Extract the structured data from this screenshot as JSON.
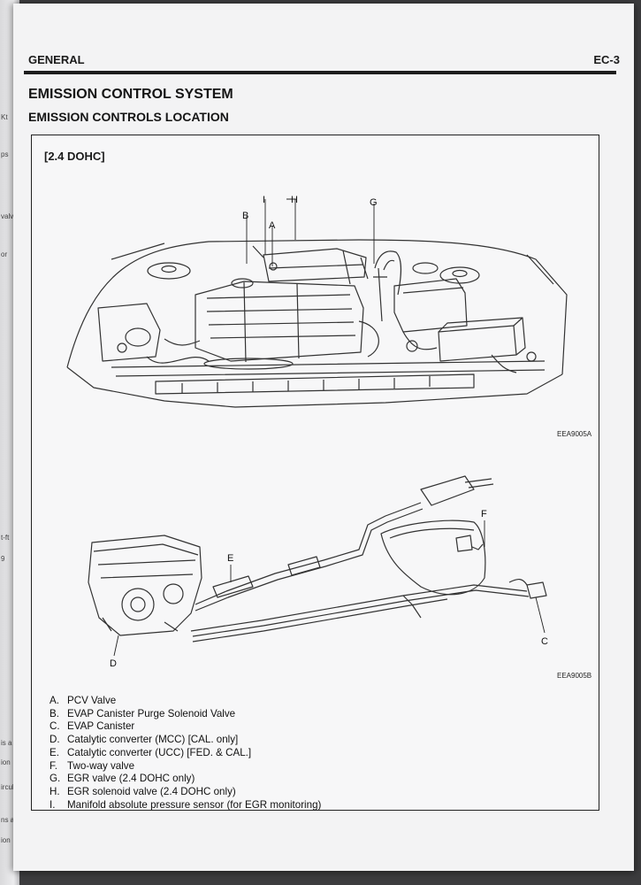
{
  "header": {
    "left": "GENERAL",
    "right": "EC-3"
  },
  "titles": {
    "main": "EMISSION CONTROL SYSTEM",
    "sub": "EMISSION CONTROLS LOCATION"
  },
  "figure": {
    "variant": "[2.4 DOHC]",
    "code_top": "EEA9005A",
    "code_bottom": "EEA9005B",
    "callouts": {
      "A": "A",
      "B": "B",
      "C": "C",
      "D": "D",
      "E": "E",
      "F": "F",
      "G": "G",
      "H": "H",
      "I": "I"
    }
  },
  "legend": [
    {
      "letter": "A.",
      "text": "PCV Valve"
    },
    {
      "letter": "B.",
      "text": "EVAP Canister Purge Solenoid Valve"
    },
    {
      "letter": "C.",
      "text": "EVAP Canister"
    },
    {
      "letter": "D.",
      "text": "Catalytic converter (MCC) [CAL. only]"
    },
    {
      "letter": "E.",
      "text": "Catalytic converter (UCC) [FED. & CAL.]"
    },
    {
      "letter": "F.",
      "text": "Two-way valve"
    },
    {
      "letter": "G.",
      "text": "EGR valve (2.4 DOHC only)"
    },
    {
      "letter": "H.",
      "text": "EGR solenoid valve (2.4 DOHC only)"
    },
    {
      "letter": "I.",
      "text": "Manifold absolute pressure sensor (for EGR monitoring)"
    }
  ],
  "prev_page": [
    "Kt",
    "ps",
    "valve",
    "or",
    "t-ft",
    "9",
    "is a",
    "ion",
    "irculat",
    "ns a",
    "ion"
  ]
}
